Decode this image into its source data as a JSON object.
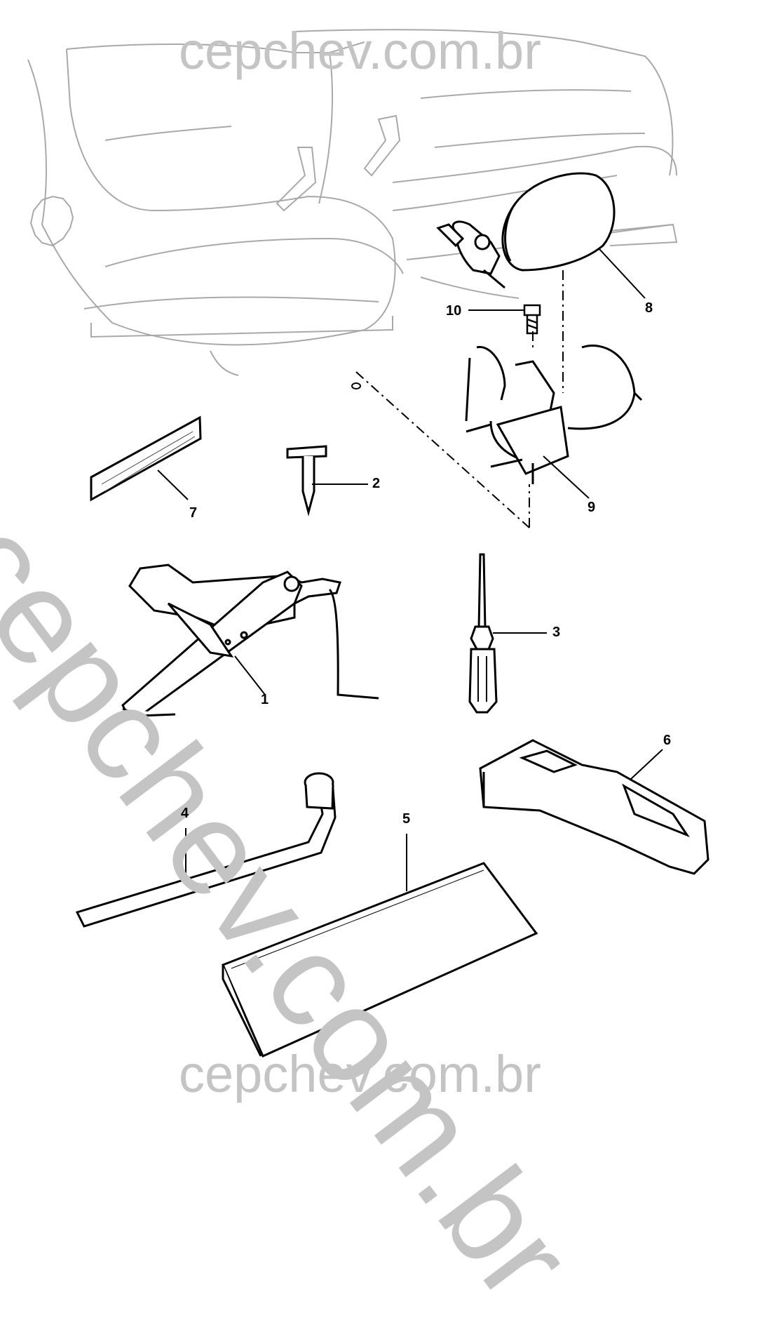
{
  "watermark": {
    "top": "cepchev.com.br",
    "diagonal": "cepchev.com.br",
    "bottom": "cepchev.com.br"
  },
  "callouts": {
    "c1": "1",
    "c2": "2",
    "c3": "3",
    "c4": "4",
    "c5": "5",
    "c6": "6",
    "c7": "7",
    "c8": "8",
    "c9": "9",
    "c10": "10"
  }
}
